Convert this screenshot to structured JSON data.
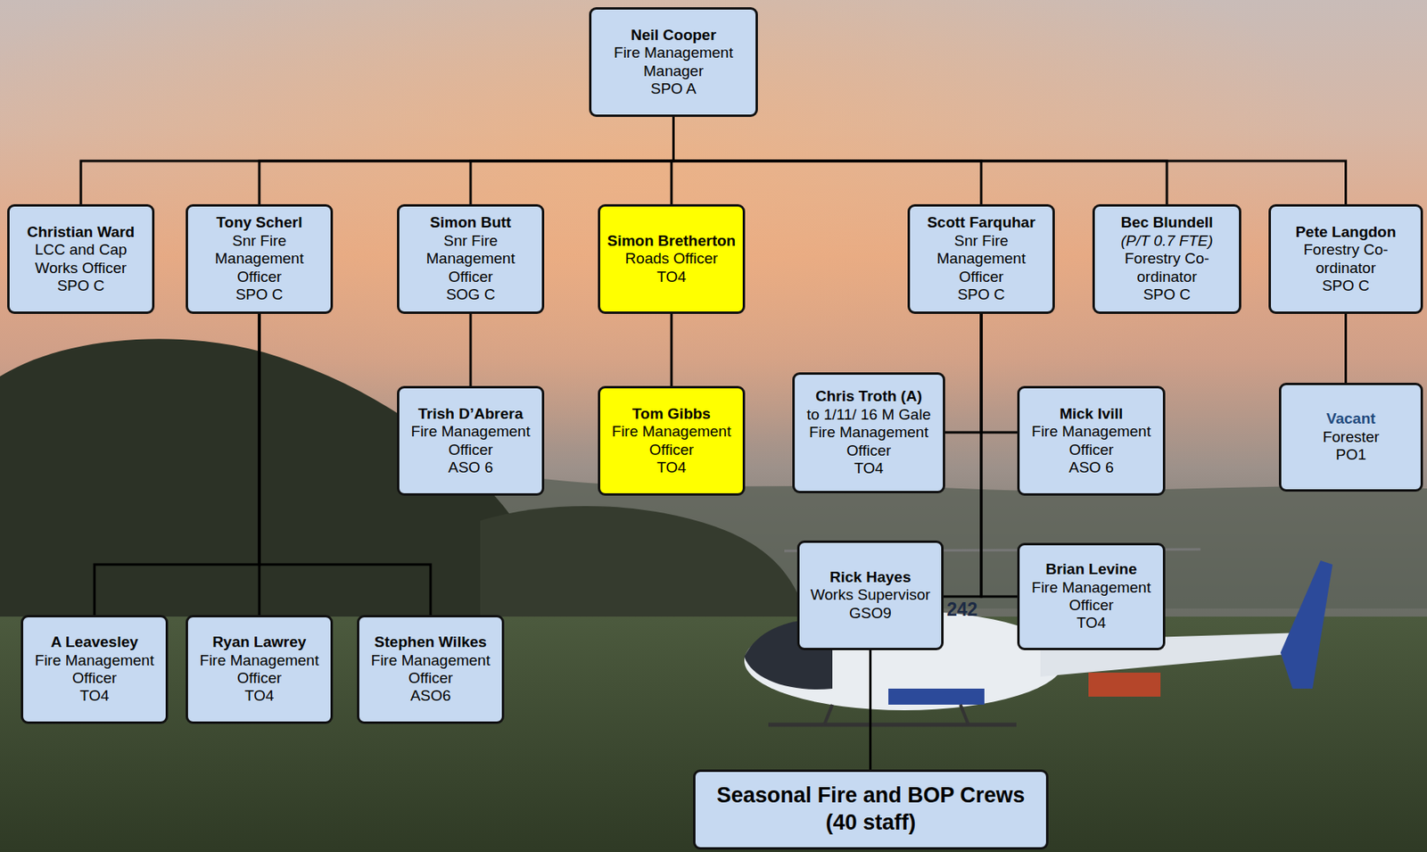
{
  "diagram": {
    "nodes": [
      {
        "text": [
          "Neil Cooper",
          "Fire Management Manager",
          "SPO A"
        ]
      },
      {
        "text": [
          "Christian Ward",
          "LCC and Cap Works Officer",
          "SPO C"
        ]
      },
      {
        "text": [
          "Tony Scherl",
          "Snr Fire Management Officer",
          "SPO C"
        ]
      },
      {
        "text": [
          "Simon Butt",
          "Snr Fire Management Officer",
          "SOG C"
        ]
      },
      {
        "text": [
          "Simon Bretherton",
          "Roads Officer",
          "TO4"
        ]
      },
      {
        "text": [
          "Scott Farquhar",
          "Snr Fire Management Officer",
          "SPO C"
        ]
      },
      {
        "text": [
          "Bec Blundell",
          "(P/T 0.7 FTE)",
          "Forestry Co-ordinator",
          "SPO C"
        ]
      },
      {
        "text": [
          "Pete Langdon",
          "Forestry Co-ordinator",
          "SPO C"
        ]
      },
      {
        "text": [
          "Trish D’Abrera",
          "Fire Management Officer",
          "ASO 6"
        ]
      },
      {
        "text": [
          "Tom Gibbs",
          "Fire Management Officer",
          "TO4"
        ]
      },
      {
        "text": [
          "Chris Troth (A)",
          "to 1/11/ 16 M Gale",
          "Fire Management Officer",
          "TO4"
        ]
      },
      {
        "text": [
          "Mick Ivill",
          "Fire Management Officer",
          "ASO 6"
        ]
      },
      {
        "text": [
          "Vacant",
          "Forester",
          "PO1"
        ]
      },
      {
        "text": [
          "Rick Hayes",
          "Works Supervisor",
          "GSO9"
        ]
      },
      {
        "text": [
          "Brian Levine",
          "Fire Management Officer",
          "TO4"
        ]
      },
      {
        "text": [
          "A Leavesley",
          "Fire Management Officer",
          "TO4"
        ]
      },
      {
        "text": [
          "Ryan Lawrey",
          "Fire Management Officer",
          "TO4"
        ]
      },
      {
        "text": [
          "Stephen Wilkes",
          "Fire Management Officer",
          "ASO6"
        ]
      },
      {
        "text": [
          "Seasonal Fire and BOP Crews",
          "(40 staff)"
        ]
      }
    ],
    "edges": [
      {
        "from": 0,
        "to": 1,
        "arrow": "none"
      },
      {
        "from": 0,
        "to": 2,
        "arrow": "none"
      },
      {
        "from": 0,
        "to": 3,
        "arrow": "none"
      },
      {
        "from": 0,
        "to": 4,
        "arrow": "none"
      },
      {
        "from": 0,
        "to": 5,
        "arrow": "none"
      },
      {
        "from": 0,
        "to": 6,
        "arrow": "none"
      },
      {
        "from": 0,
        "to": 7,
        "arrow": "none"
      },
      {
        "from": 2,
        "to": 15,
        "arrow": "none"
      },
      {
        "from": 2,
        "to": 16,
        "arrow": "none"
      },
      {
        "from": 2,
        "to": 17,
        "arrow": "none"
      },
      {
        "from": 3,
        "to": 8,
        "arrow": "none"
      },
      {
        "from": 4,
        "to": 9,
        "arrow": "none"
      },
      {
        "from": 5,
        "to": 10,
        "arrow": "none"
      },
      {
        "from": 5,
        "to": 11,
        "arrow": "none"
      },
      {
        "from": 5,
        "to": 13,
        "arrow": "none"
      },
      {
        "from": 5,
        "to": 14,
        "arrow": "none"
      },
      {
        "from": 13,
        "to": 18,
        "arrow": "none"
      },
      {
        "from": 7,
        "to": 12,
        "arrow": "none"
      }
    ],
    "labels": [
      "242"
    ]
  }
}
